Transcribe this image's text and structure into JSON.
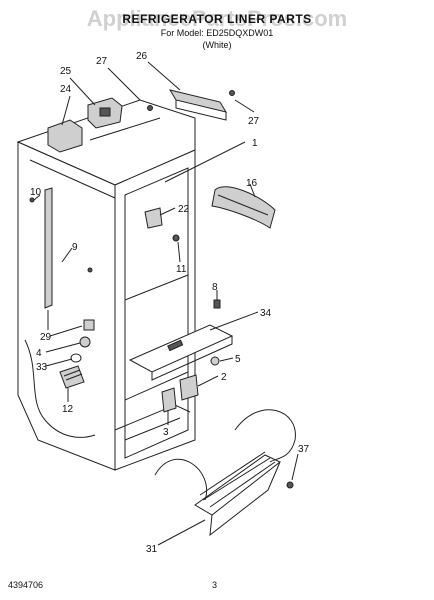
{
  "header": {
    "watermark": "AppliancePartsPros.com",
    "title": "REFRIGERATOR LINER PARTS",
    "model_line": "For Model: ED25DQXDW01",
    "color_line": "(White)"
  },
  "callouts": [
    {
      "id": "c25",
      "text": "25"
    },
    {
      "id": "c27a",
      "text": "27"
    },
    {
      "id": "c26",
      "text": "26"
    },
    {
      "id": "c24",
      "text": "24"
    },
    {
      "id": "c27b",
      "text": "27"
    },
    {
      "id": "c1",
      "text": "1"
    },
    {
      "id": "c10",
      "text": "10"
    },
    {
      "id": "c16",
      "text": "16"
    },
    {
      "id": "c22",
      "text": "22"
    },
    {
      "id": "c9",
      "text": "9"
    },
    {
      "id": "c11",
      "text": "11"
    },
    {
      "id": "c8",
      "text": "8"
    },
    {
      "id": "c34",
      "text": "34"
    },
    {
      "id": "c29",
      "text": "29"
    },
    {
      "id": "c4",
      "text": "4"
    },
    {
      "id": "c5",
      "text": "5"
    },
    {
      "id": "c33",
      "text": "33"
    },
    {
      "id": "c2",
      "text": "2"
    },
    {
      "id": "c12",
      "text": "12"
    },
    {
      "id": "c3",
      "text": "3"
    },
    {
      "id": "c37",
      "text": "37"
    },
    {
      "id": "c31",
      "text": "31"
    }
  ],
  "footer": {
    "doc_number": "4394706",
    "page_number": "3"
  }
}
